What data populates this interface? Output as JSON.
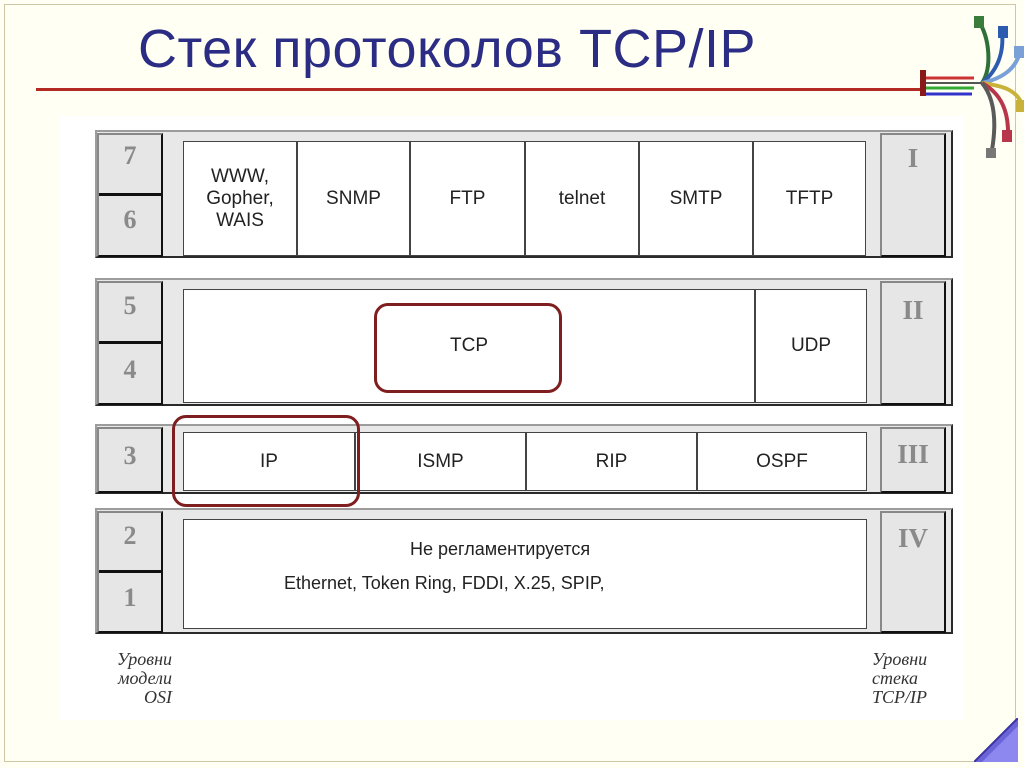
{
  "title": "Стек протоколов TCP/IP",
  "osi_levels": [
    "7",
    "6",
    "5",
    "4",
    "3",
    "2",
    "1"
  ],
  "stack_levels": [
    "I",
    "II",
    "III",
    "IV"
  ],
  "application_protocols": [
    "WWW,\nGopher,\nWAIS",
    "SNMP",
    "FTP",
    "telnet",
    "SMTP",
    "TFTP"
  ],
  "transport_protocols": [
    "TCP",
    "UDP"
  ],
  "network_protocols": [
    "IP",
    "ISMP",
    "RIP",
    "OSPF"
  ],
  "link_layer": {
    "line1": "Не регламентируется",
    "line2": "Ethernet, Token Ring, FDDI, X.25, SPIP,"
  },
  "left_caption": "Уровни\nмодели\nOSI",
  "right_caption": "Уровни\nстека\nTCP/IP",
  "colors": {
    "title": "#2b2c84",
    "rule": "#b22a22",
    "highlight": "#7e1e1e",
    "corner": "#6a64d8"
  }
}
